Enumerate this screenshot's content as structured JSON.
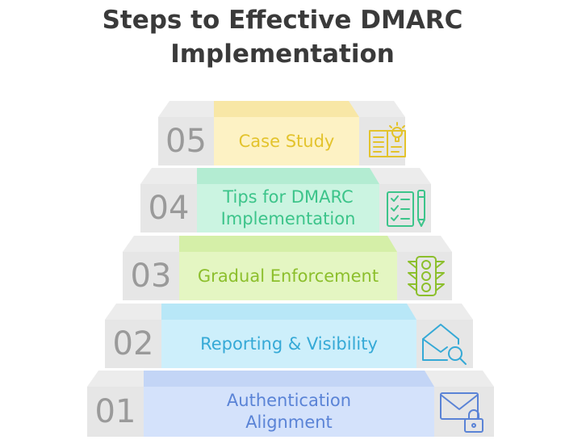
{
  "title_line1": "Steps to Effective DMARC",
  "title_line2": "Implementation",
  "steps": [
    {
      "number": "05",
      "label": "Case Study",
      "icon": "book-lightbulb-icon",
      "color": "#e3c32c",
      "fill": "#fdf2c4",
      "top_fill": "#f8e7a6"
    },
    {
      "number": "04",
      "label": "Tips for DMARC Implementation",
      "icon": "checklist-pen-icon",
      "color": "#3cc48a",
      "fill": "#cbf4e1",
      "top_fill": "#b3ecd2"
    },
    {
      "number": "03",
      "label": "Gradual Enforcement",
      "icon": "traffic-light-icon",
      "color": "#8cbf2c",
      "fill": "#e4f6c2",
      "top_fill": "#d5efa8"
    },
    {
      "number": "02",
      "label": "Reporting & Visibility",
      "icon": "mail-search-icon",
      "color": "#35a9d6",
      "fill": "#cdeffb",
      "top_fill": "#b8e7f7"
    },
    {
      "number": "01",
      "label": "Authentication Alignment",
      "icon": "mail-lock-icon",
      "color": "#5a83d6",
      "fill": "#d4e2fb",
      "top_fill": "#c3d5f6"
    }
  ]
}
